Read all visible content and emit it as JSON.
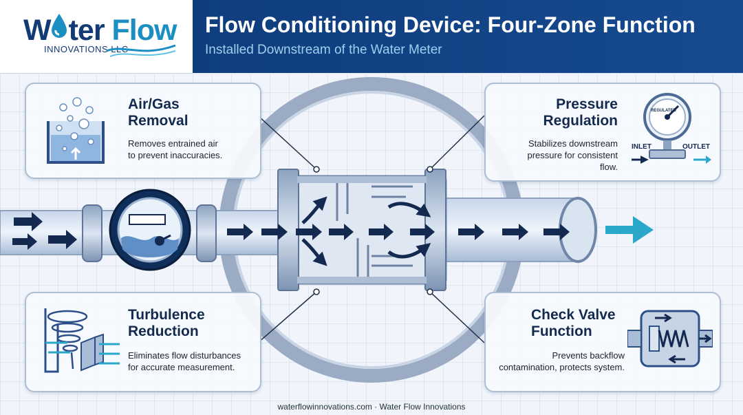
{
  "brand": {
    "name_part1": "W",
    "name_part1b": "ter",
    "name_part2": "Flow",
    "tagline": "INNOVATIONS LLC"
  },
  "header": {
    "title": "Flow Conditioning Device: Four-Zone Function",
    "subtitle": "Installed Downstream of the Water Meter"
  },
  "zones": {
    "air": {
      "title_l1": "Air/Gas",
      "title_l2": "Removal",
      "desc_l1": "Removes entrained air",
      "desc_l2": "to prevent inaccuracies."
    },
    "pressure": {
      "title_l1": "Pressure",
      "title_l2": "Regulation",
      "desc_l1": "Stabilizes downstream",
      "desc_l2": "pressure for consistent",
      "desc_l3": "flow.",
      "gauge_label": "REGULATED",
      "inlet_label": "INLET",
      "outlet_label": "OUTLET"
    },
    "turbulence": {
      "title_l1": "Turbulence",
      "title_l2": "Reduction",
      "desc_l1": "Eliminates flow disturbances",
      "desc_l2": "for accurate measurement."
    },
    "check": {
      "title_l1": "Check Valve",
      "title_l2": "Function",
      "desc_l1": "Prevents backflow",
      "desc_l2": "contamination, protects system."
    }
  },
  "footer": {
    "text": "waterflowinnovations.com · Water Flow Innovations"
  },
  "colors": {
    "navy": "#0f3d7d",
    "accent": "#1c8fc2",
    "arrow": "#13294f",
    "teal": "#2aa7c9"
  }
}
